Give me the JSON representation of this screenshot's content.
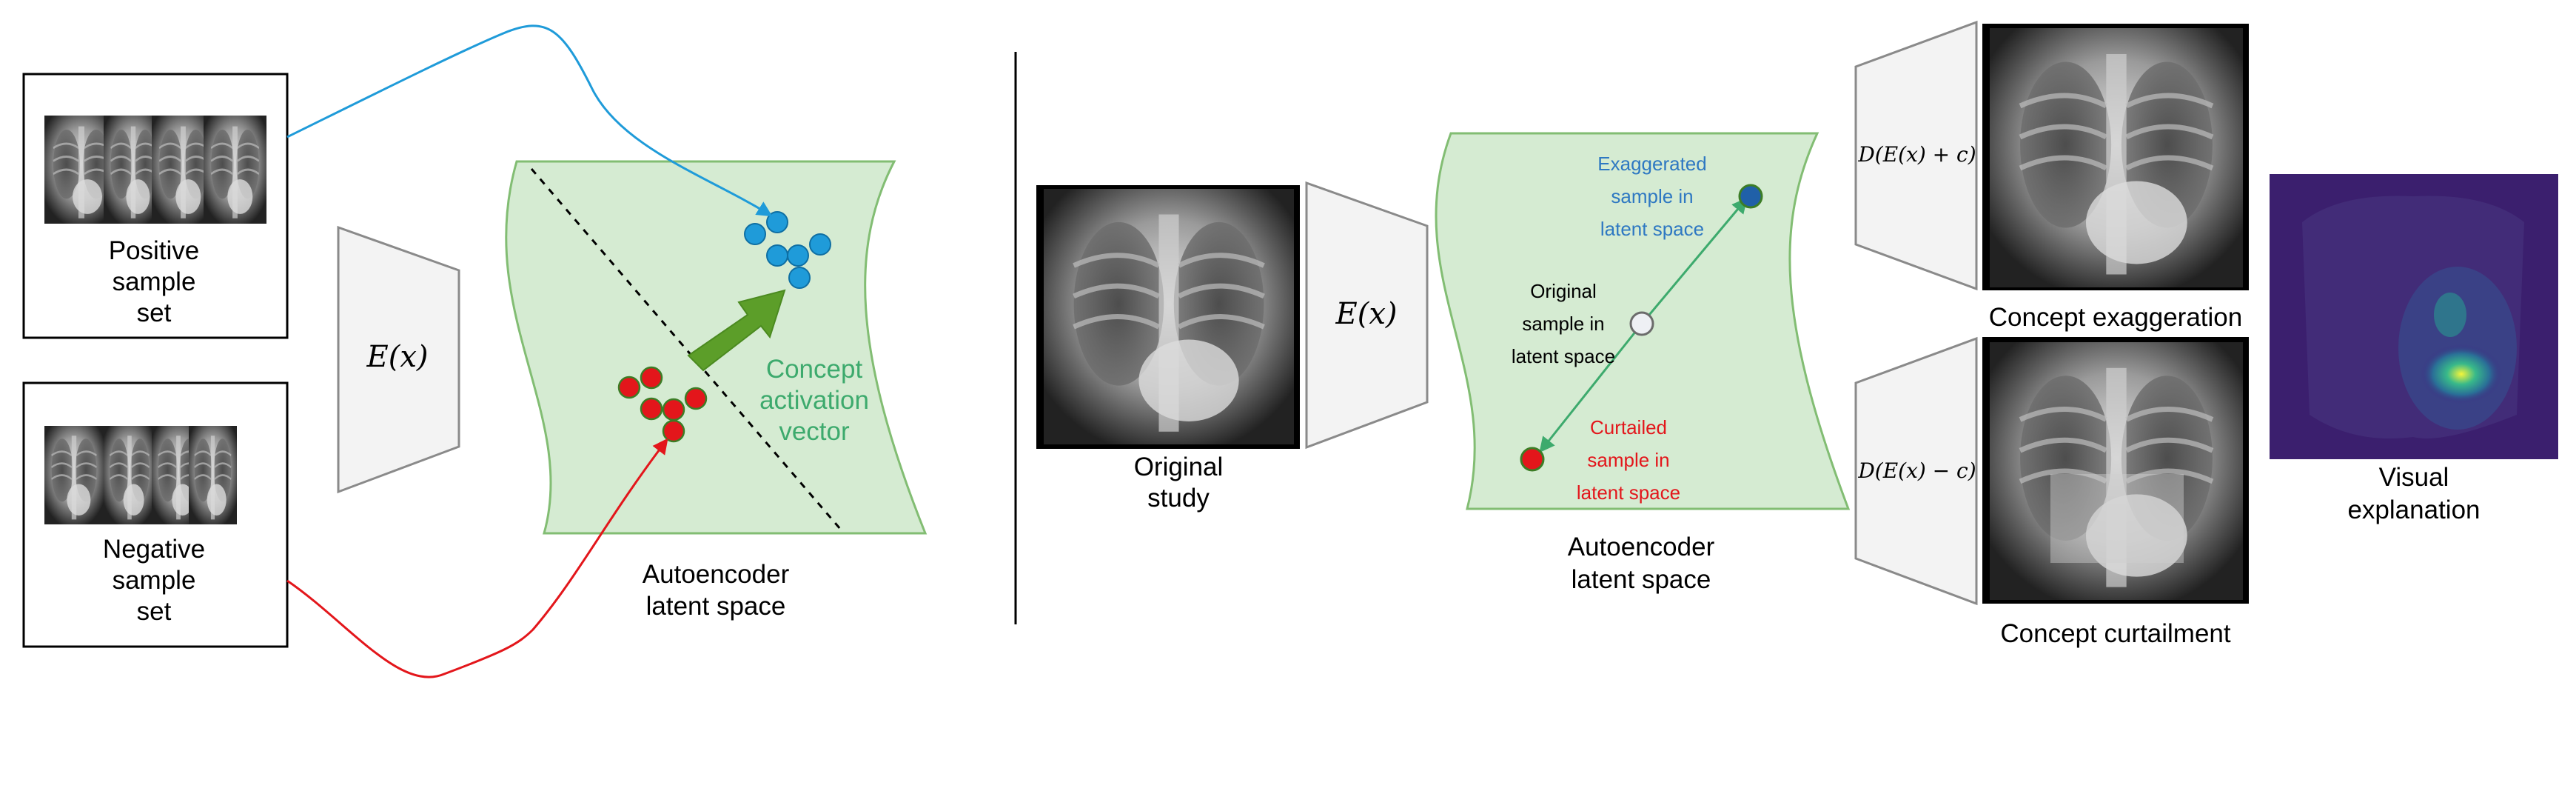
{
  "left_panel": {
    "positive_box": {
      "lines": [
        "Positive",
        "sample",
        "set"
      ]
    },
    "negative_box": {
      "lines": [
        "Negative",
        "sample",
        "set"
      ]
    },
    "encoder_label": "E(x)",
    "cav_label": [
      "Concept",
      "activation",
      "vector"
    ],
    "latent_caption": [
      "Autoencoder",
      "latent space"
    ]
  },
  "right_panel": {
    "original_caption": [
      "Original",
      "study"
    ],
    "encoder_label": "E(x)",
    "exaggerated_label": [
      "Exaggerated",
      "sample in",
      "latent space"
    ],
    "original_label": [
      "Original",
      "sample in",
      "latent space"
    ],
    "curtailed_label": [
      "Curtailed",
      "sample in",
      "latent space"
    ],
    "latent_caption": [
      "Autoencoder",
      "latent space"
    ],
    "decoder_plus_label": "D(E(x) + c)",
    "decoder_minus_label": "D(E(x) − c)",
    "exaggeration_caption": "Concept exaggeration",
    "curtailment_caption": "Concept curtailment",
    "visual_caption": [
      "Visual",
      "explanation"
    ]
  },
  "colors": {
    "positive": "#1f9bd9",
    "negative": "#e3161b",
    "cav": "#3daa6d",
    "latent_fill": "#d5ebd2",
    "latent_stroke": "#82bd73",
    "exaggerated_text": "#2e78c2",
    "curtailed_text": "#e3161b"
  }
}
